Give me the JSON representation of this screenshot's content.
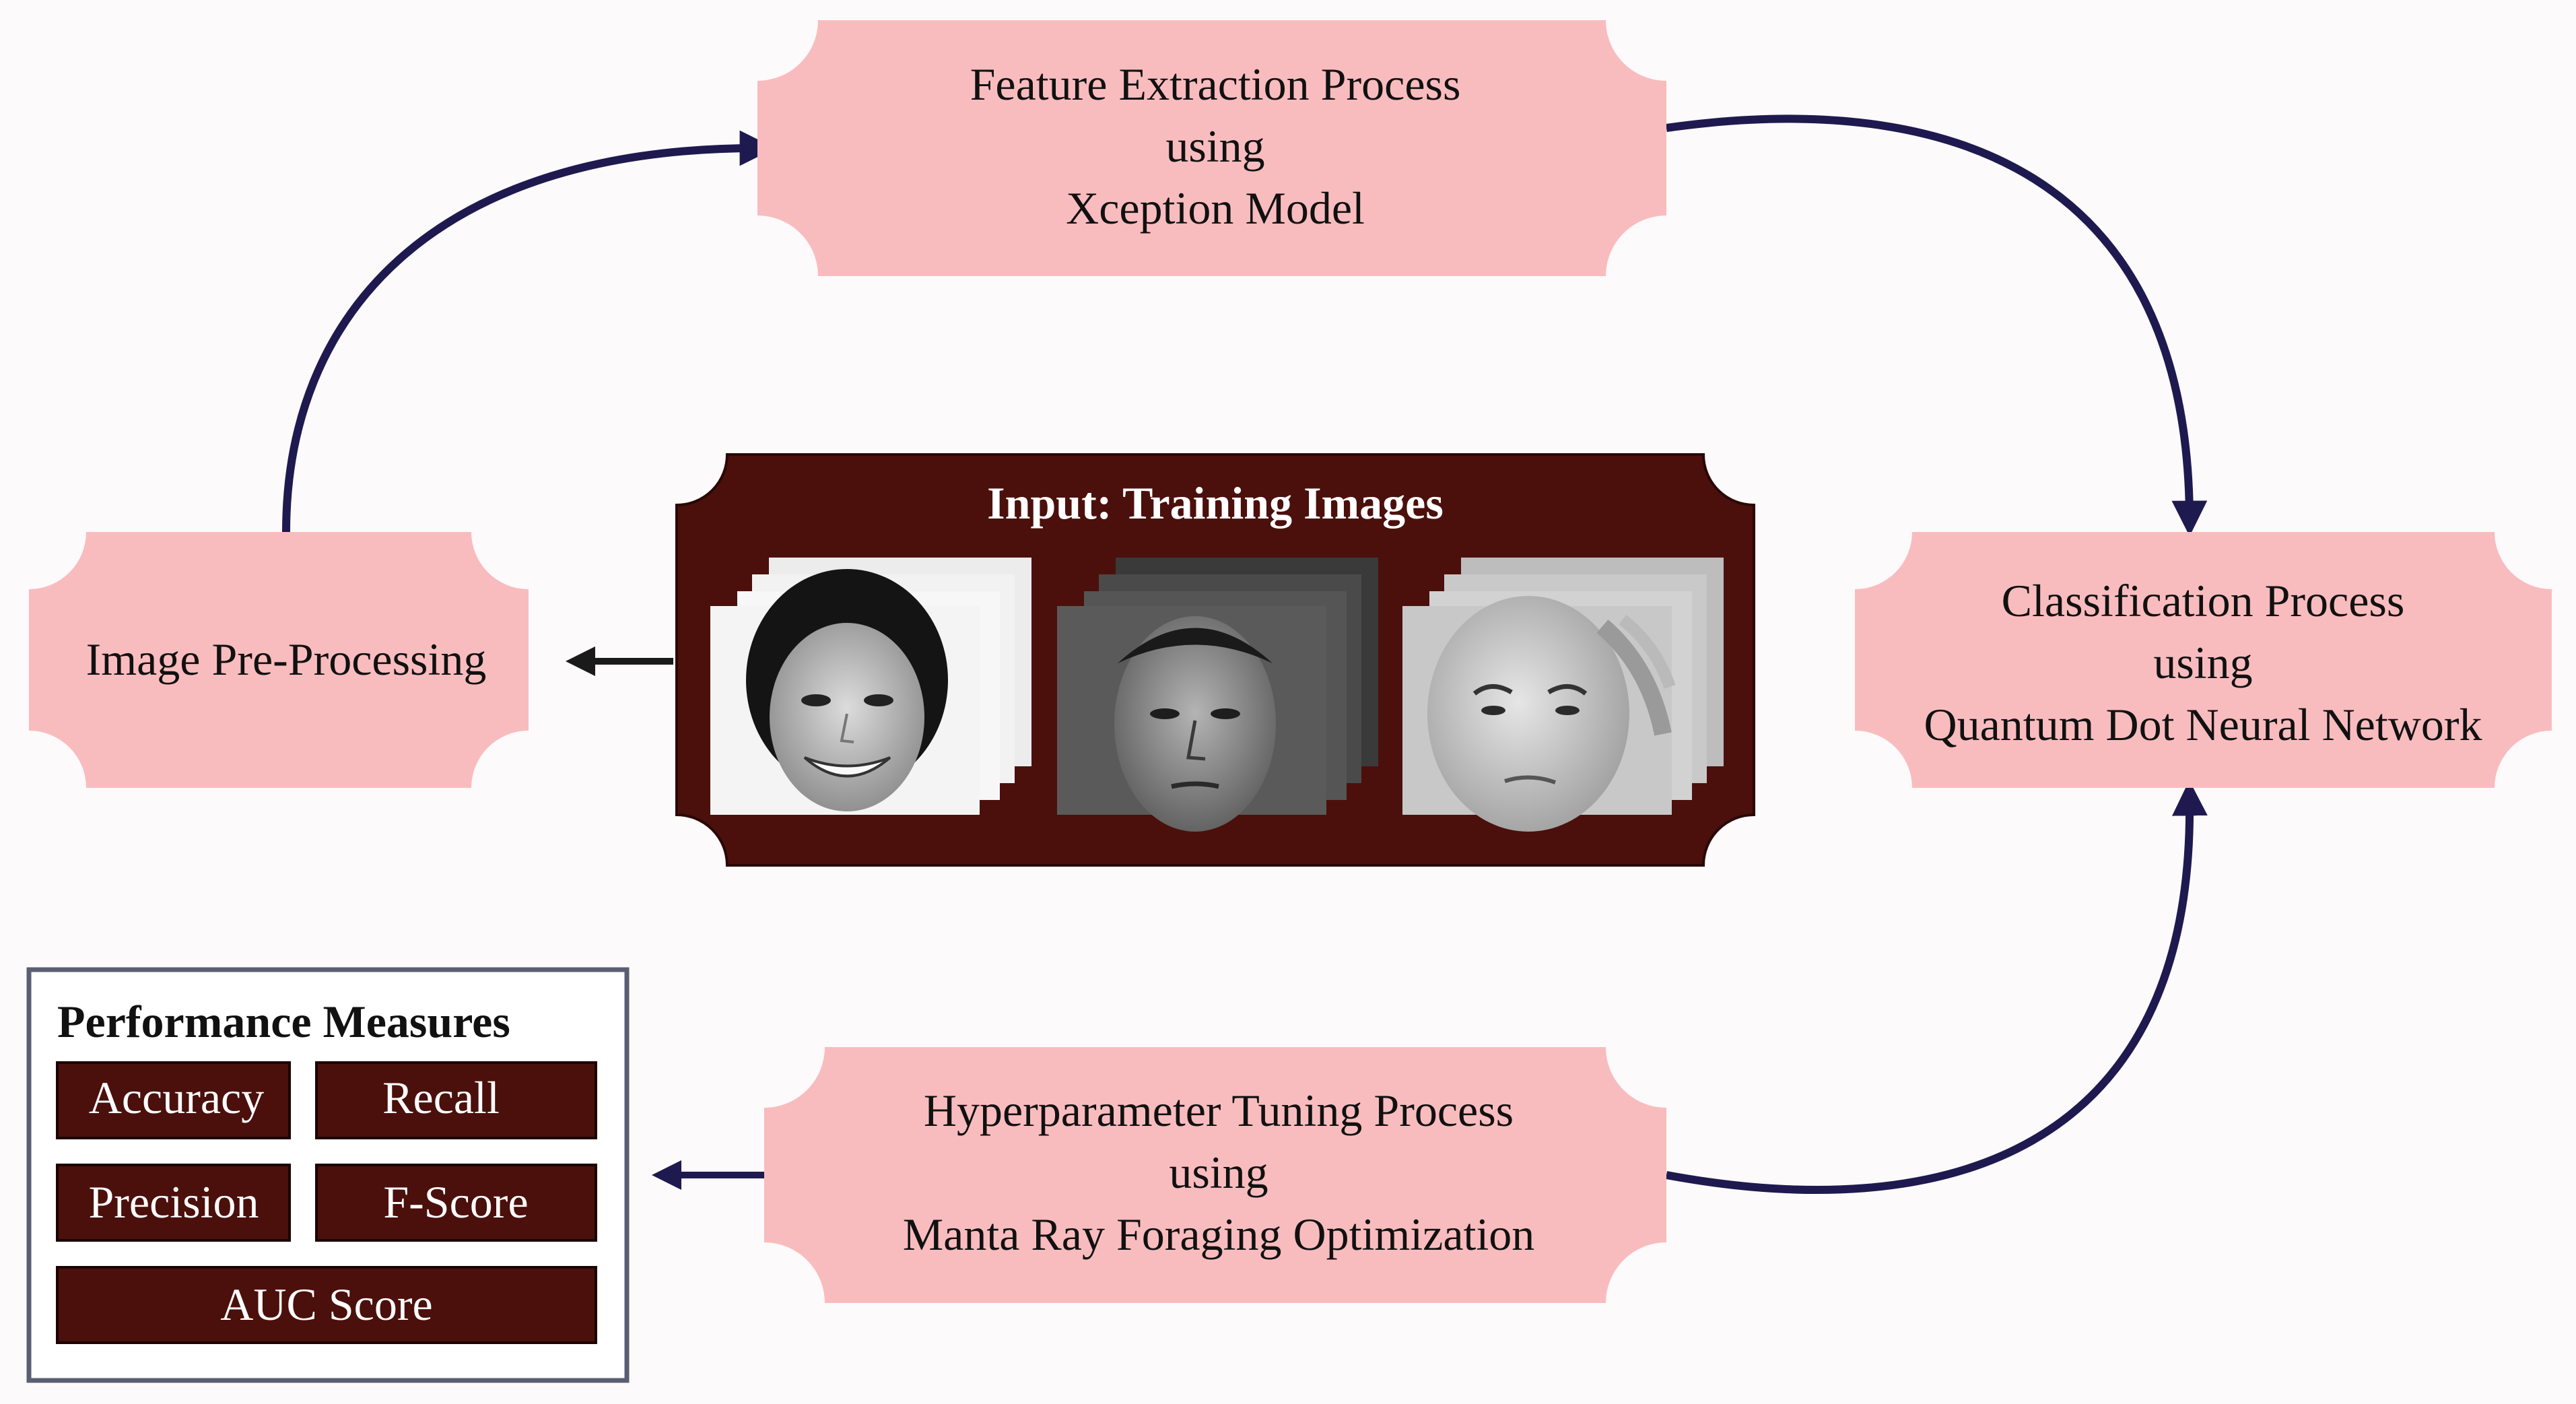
{
  "colors": {
    "background": "#fcfafb",
    "process_fill": "#f9bcbe",
    "input_fill": "#4b100c",
    "arrow": "#1e1a4f",
    "metric_fill": "#4b100c",
    "metric_text": "#ffffff",
    "panel_border": "#5a5e72"
  },
  "nodes": {
    "feature_extraction": {
      "lines": [
        "Feature Extraction Process",
        "using",
        "Xception Model"
      ]
    },
    "classification": {
      "lines": [
        "Classification Process",
        "using",
        "Quantum Dot Neural Network"
      ]
    },
    "preprocessing": {
      "lines": [
        "Image Pre-Processing"
      ]
    },
    "hyperparameter": {
      "lines": [
        "Hyperparameter Tuning Process",
        "using",
        "Manta Ray Foraging Optimization"
      ]
    }
  },
  "input": {
    "title": "Input: Training Images",
    "images": [
      {
        "subject": "smiling-woman-face",
        "expression": "happy"
      },
      {
        "subject": "man-face",
        "expression": "neutral"
      },
      {
        "subject": "worried-woman-face",
        "expression": "worried"
      }
    ]
  },
  "performance": {
    "title": "Performance Measures",
    "metrics": {
      "accuracy": "Accuracy",
      "recall": "Recall",
      "precision": "Precision",
      "fscore": "F-Score",
      "auc": "AUC Score"
    }
  },
  "edges": [
    {
      "from": "preprocessing",
      "to": "feature_extraction"
    },
    {
      "from": "feature_extraction",
      "to": "classification"
    },
    {
      "from": "hyperparameter",
      "to": "classification"
    },
    {
      "from": "input",
      "to": "preprocessing"
    },
    {
      "from": "hyperparameter",
      "to": "performance"
    }
  ]
}
